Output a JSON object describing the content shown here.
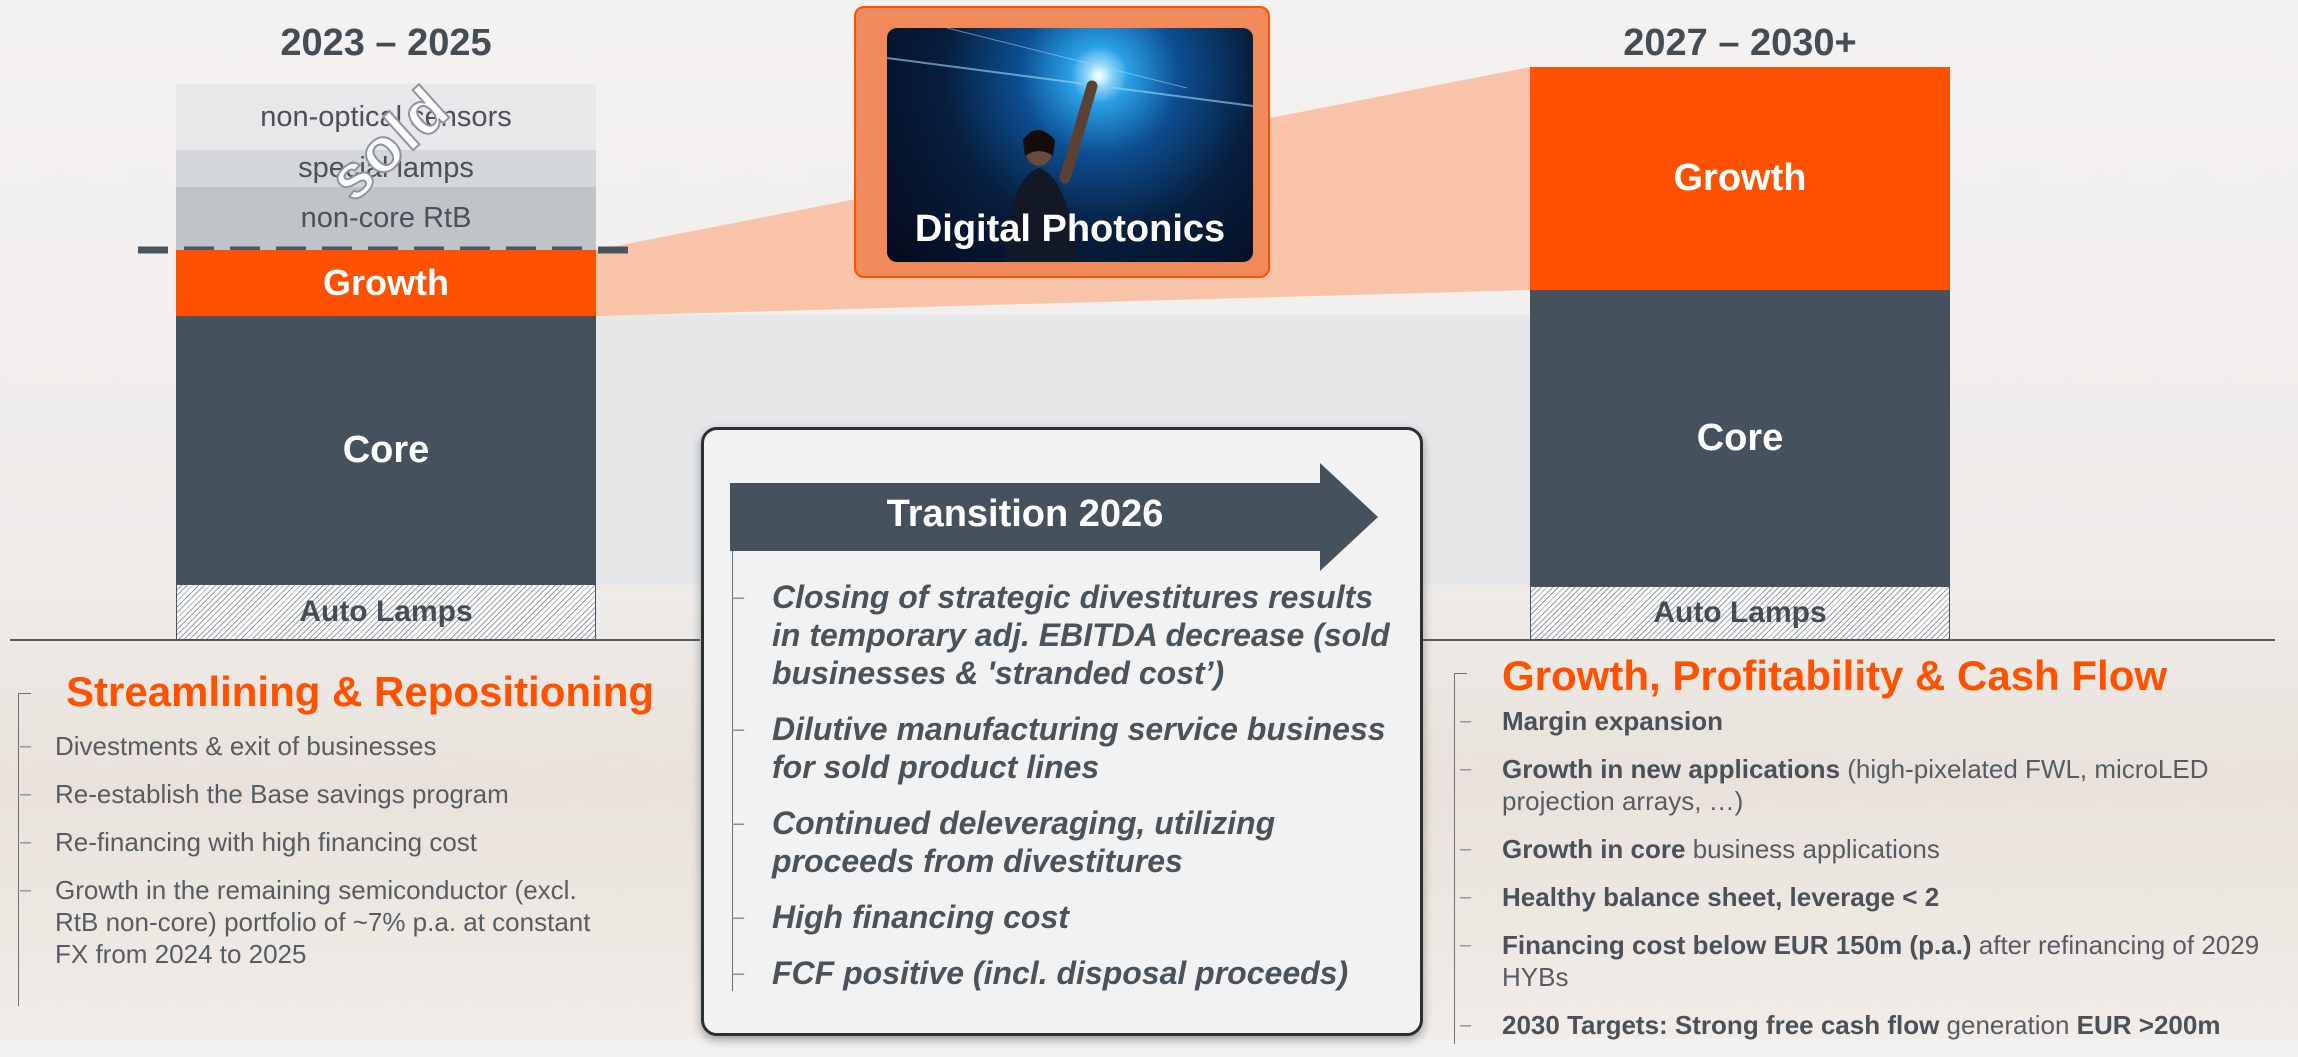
{
  "left": {
    "period": "2023 – 2025",
    "sold_items": [
      "non-optical sensors",
      "special lamps",
      "non-core RtB"
    ],
    "sold_label": "sold",
    "growth": "Growth",
    "core": "Core",
    "auto": "Auto Lamps",
    "section_title": "Streamlining & Repositioning",
    "bullets": [
      "Divestments & exit of businesses",
      "Re-establish the Base savings program",
      "Re-financing with high financing cost",
      "Growth in the remaining semiconductor (excl. RtB non-core) portfolio of ~7% p.a. at constant FX from 2024 to 2025"
    ]
  },
  "photonics": {
    "label": "Digital Photonics"
  },
  "transition": {
    "title": "Transition 2026",
    "bullets": [
      "Closing of strategic divestitures results in temporary adj. EBITDA decrease (sold businesses & 'stranded cost’)",
      "Dilutive manufacturing service business for sold product lines",
      "Continued deleveraging, utilizing proceeds from divestitures",
      "High financing cost",
      "FCF positive (incl. disposal proceeds)"
    ]
  },
  "right": {
    "period": "2027 – 2030+",
    "growth": "Growth",
    "core": "Core",
    "auto": "Auto Lamps",
    "section_title": "Growth, Profitability & Cash Flow",
    "bullets": [
      {
        "bold": "Margin expansion",
        "rest": ""
      },
      {
        "bold": "Growth in new applications",
        "rest": " (high-pixelated FWL, microLED projection arrays, …)"
      },
      {
        "bold": "Growth in core",
        "rest": " business applications"
      },
      {
        "bold": "Healthy balance sheet, leverage < 2",
        "rest": ""
      },
      {
        "bold": "Financing cost below EUR 150m (p.a.)",
        "rest": " after refinancing of 2029 HYBs"
      },
      {
        "bold": "2030 Targets: Strong free cash flow",
        "rest": " generation ",
        "bold2": "EUR >200m"
      }
    ]
  },
  "colors": {
    "accent": "#ff5100",
    "dark": "#45525e",
    "text": "#444d56"
  }
}
